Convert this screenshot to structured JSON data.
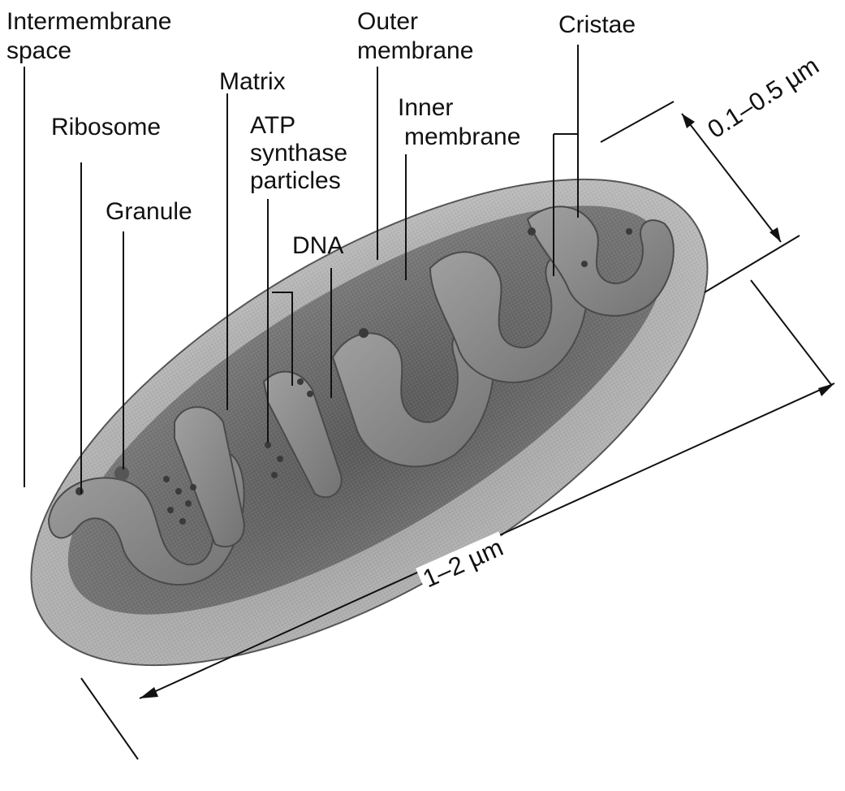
{
  "labels": {
    "intermembrane_space_1": "Intermembrane",
    "intermembrane_space_2": "space",
    "outer_membrane_1": "Outer",
    "outer_membrane_2": "membrane",
    "cristae": "Cristae",
    "matrix": "Matrix",
    "ribosome": "Ribosome",
    "atp_synthase_1": "ATP",
    "atp_synthase_2": "synthase",
    "atp_synthase_3": "particles",
    "inner_membrane_1": "Inner",
    "inner_membrane_2": "membrane",
    "granule": "Granule",
    "dna": "DNA"
  },
  "dimensions": {
    "width": "0.1–0.5 µm",
    "length": "1–2 µm"
  },
  "colors": {
    "outer_shell": "#a9a9a9",
    "inner_fill": "#6f6f6f",
    "cristae_fill": "#8c8c8c",
    "line": "#111111"
  }
}
